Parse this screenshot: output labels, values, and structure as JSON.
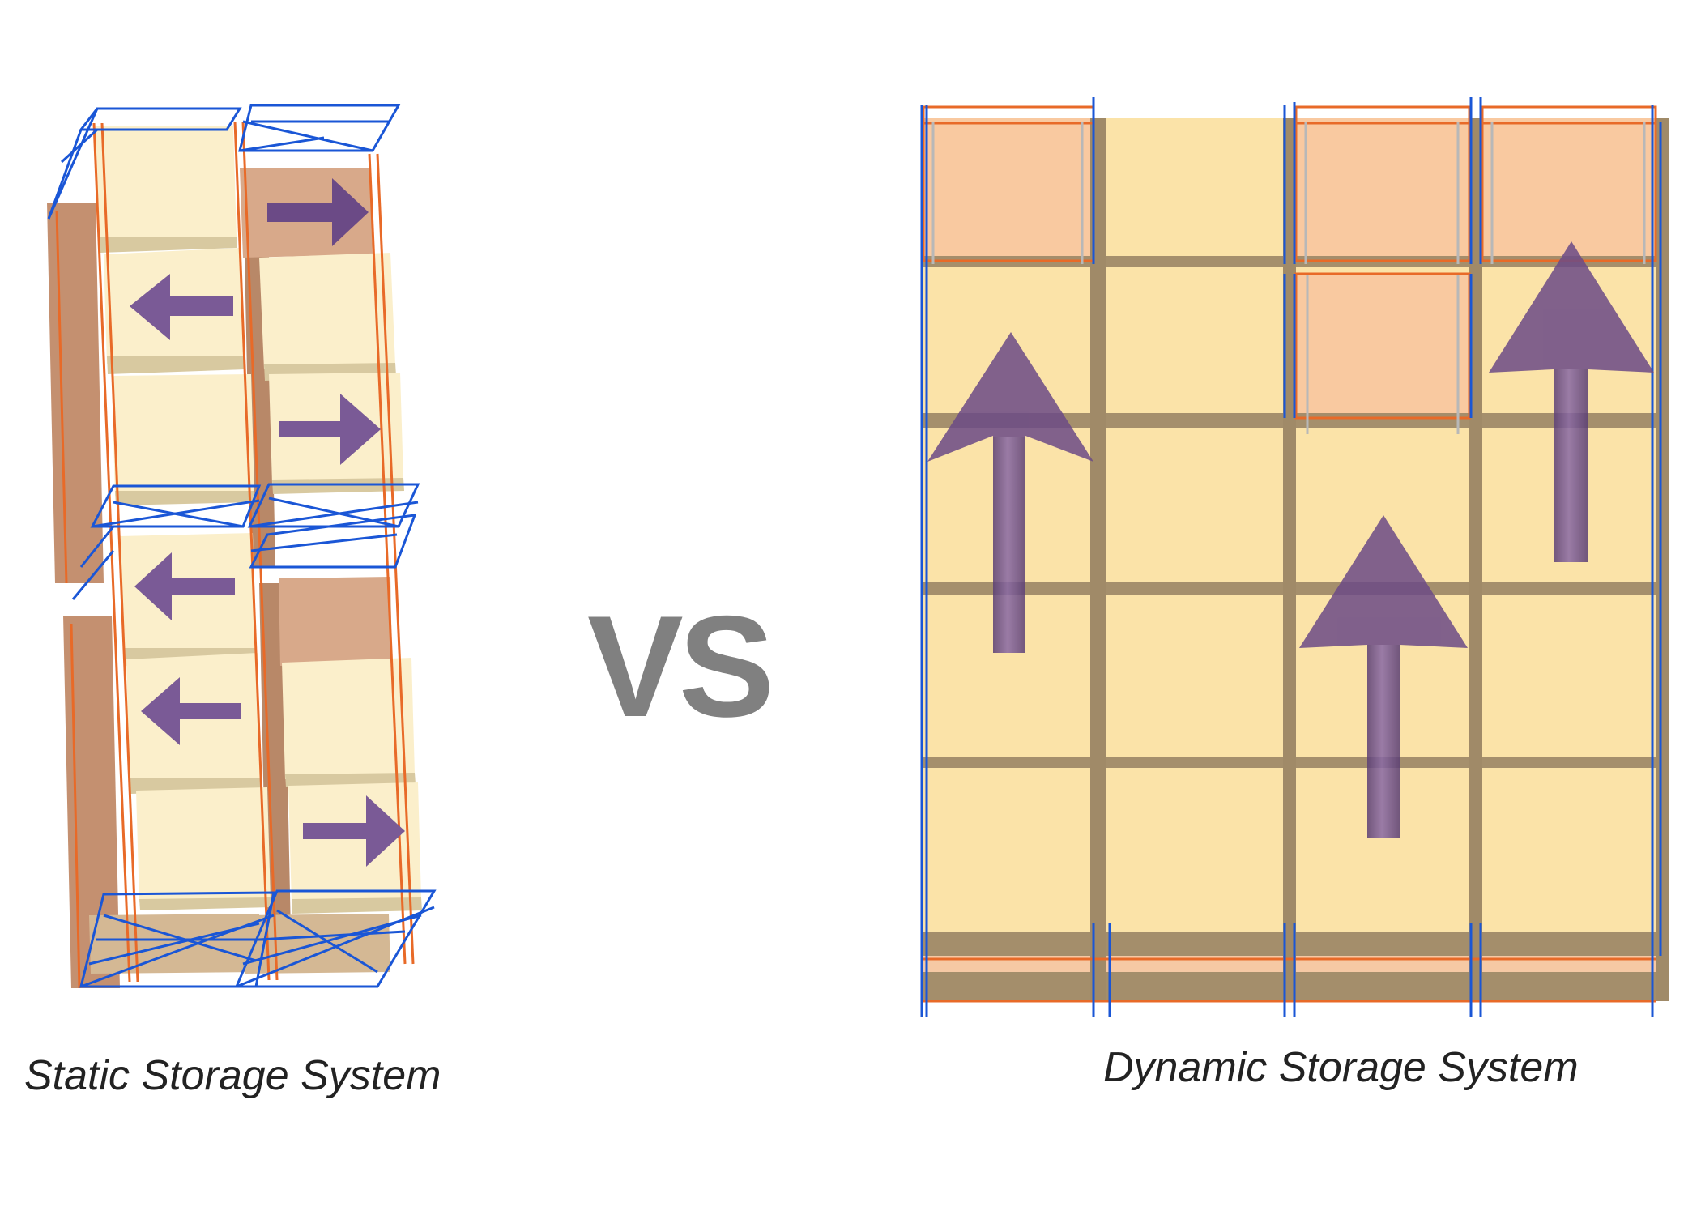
{
  "static_caption": "Static Storage System",
  "dynamic_caption": "Dynamic Storage System",
  "vs_label": "VS",
  "colors": {
    "box_face": "#fbefcb",
    "box_shadow": "#d8c9a0",
    "box_side": "#c89a78",
    "dark_box": "#d8a98a",
    "rack_blue": "#1a56d6",
    "rack_orange": "#e86a28",
    "arrow": "#6b4a86",
    "cell_light": "#fbe3a8",
    "cell_orange": "#f9c9a0",
    "beam": "#a08a68",
    "vs_text": "#808080"
  },
  "icons": [
    "arrow-left-icon",
    "arrow-right-icon",
    "arrow-up-icon"
  ]
}
